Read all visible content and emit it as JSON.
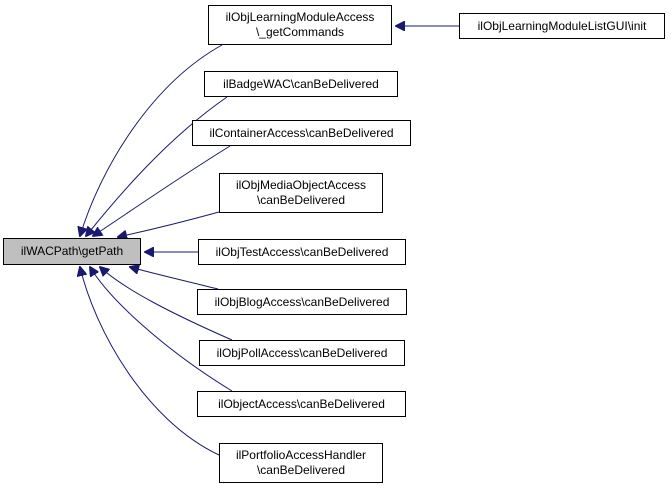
{
  "colors": {
    "edge": "#191970",
    "root_fill": "#bfbfbf",
    "node_fill": "#ffffff",
    "border": "#000000"
  },
  "nodes": {
    "root": {
      "lines": [
        "ilWACPath\\getPath"
      ]
    },
    "lm_access": {
      "lines": [
        "ilObjLearningModuleAccess",
        "\\_getCommands"
      ]
    },
    "lm_listgui": {
      "lines": [
        "ilObjLearningModuleListGUI\\init"
      ]
    },
    "badge": {
      "lines": [
        "ilBadgeWAC\\canBeDelivered"
      ]
    },
    "container": {
      "lines": [
        "ilContainerAccess\\canBeDelivered"
      ]
    },
    "mediaobject": {
      "lines": [
        "ilObjMediaObjectAccess",
        "\\canBeDelivered"
      ]
    },
    "test": {
      "lines": [
        "ilObjTestAccess\\canBeDelivered"
      ]
    },
    "blog": {
      "lines": [
        "ilObjBlogAccess\\canBeDelivered"
      ]
    },
    "poll": {
      "lines": [
        "ilObjPollAccess\\canBeDelivered"
      ]
    },
    "object": {
      "lines": [
        "ilObjectAccess\\canBeDelivered"
      ]
    },
    "portfolio": {
      "lines": [
        "ilPortfolioAccessHandler",
        "\\canBeDelivered"
      ]
    }
  }
}
